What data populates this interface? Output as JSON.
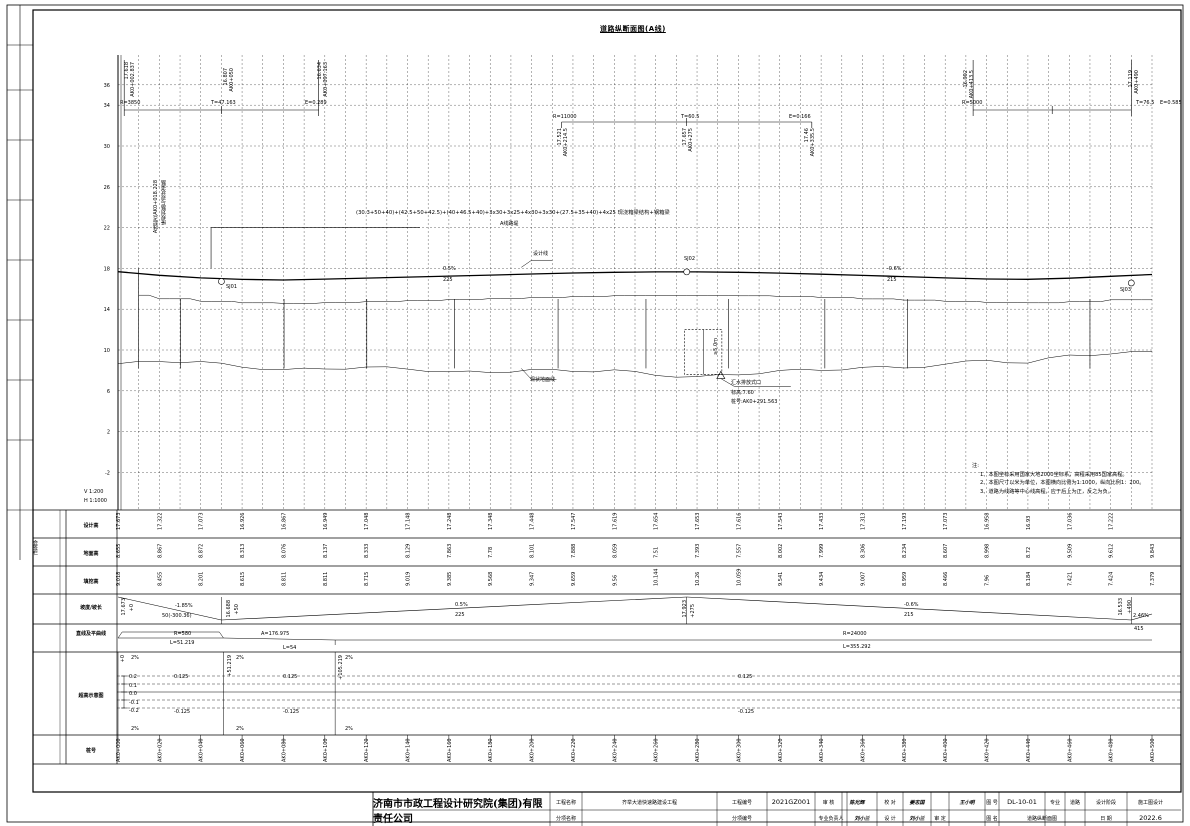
{
  "title": "道路纵断面图(A线)",
  "scale": {
    "v": "V 1:200",
    "h": "H 1:1000"
  },
  "left_margin_text": "会签栏",
  "y_axis": [
    36,
    34,
    30,
    26,
    22,
    18,
    14,
    10,
    6,
    2,
    -2
  ],
  "vcurves": [
    {
      "elev": "17.618",
      "sta": "AK0+002.837",
      "r": "R=3850",
      "t": "T=47.163",
      "e": "E=0.289",
      "mid_elev": "16.807",
      "mid_sta": "AK0+050",
      "end_elev": "16.634",
      "end_sta": "AK0+097.163"
    },
    {
      "elev": "17.521",
      "sta": "AK0+214.5",
      "r": "R=11000",
      "t": "T=60.5",
      "e": "E=0.166",
      "mid_elev": "17.657",
      "mid_sta": "AK0+275",
      "end_elev": "17.46",
      "end_sta": "AK0+335.5"
    },
    {
      "elev": "16.992",
      "sta": "AK0+413.5",
      "r": "R=5000",
      "t": "T=76.5",
      "e": "E=0.585",
      "end_elev": "17.119",
      "end_sta": "AK0+490"
    }
  ],
  "bridge_note": "(30.3+50+40)+(42.5+50+42.5)+(40+46.5+40)+3x30+3x25+4x30+3x30+(27.5+35+40)+4x25 现浇箱梁结构+钢箱梁",
  "bridge_name": "A线路堤",
  "start_note_1": "A线起点AK0+018.228",
  "start_note_2": "接规划路与现状道路",
  "labels": {
    "design_line": "设计线",
    "ground_line": "现状地面线",
    "sj1": "SJ01",
    "sj2": "SJ02",
    "sj3": "SJ03"
  },
  "slope1": {
    "grade": "0.5%",
    "len": "225"
  },
  "slope2": {
    "grade": "-0.6%",
    "len": "215"
  },
  "culvert": {
    "height": "≥5.0m",
    "name": "汇水排放式口",
    "elev": "标高:7.60",
    "sta": "桩号:AK0+291.563"
  },
  "notes": {
    "head": "注:",
    "l1": "1、本图坐标采用国家大地2000坐标系，高程采用85国家高程。",
    "l2": "2、本图尺寸以米为单位，本图横向比例为1:1000，纵向比例1：200。",
    "l3": "3、道路为线路等中心线高程，应于后上为正，反之为负。"
  },
  "rows": {
    "design": "设计高",
    "ground": "地面高",
    "fill": "填挖高",
    "grade": "坡度/坡长",
    "alignment": "直线及平曲线",
    "super": "超高示意图",
    "station": "桩号"
  },
  "design_heights": [
    "17.673",
    "17.322",
    "17.073",
    "16.926",
    "16.867",
    "16.949",
    "17.048",
    "17.148",
    "17.248",
    "17.348",
    "17.448",
    "17.547",
    "17.619",
    "17.654",
    "17.653",
    "17.616",
    "17.543",
    "17.433",
    "17.313",
    "17.193",
    "17.073",
    "16.958",
    "16.93",
    "17.036",
    "17.222"
  ],
  "ground_heights": [
    "8.655",
    "8.867",
    "8.872",
    "8.313",
    "8.076",
    "8.137",
    "8.333",
    "8.129",
    "7.863",
    "7.78",
    "8.101",
    "7.888",
    "8.059",
    "7.51",
    "7.393",
    "7.557",
    "8.002",
    "7.999",
    "8.306",
    "8.234",
    "8.607",
    "8.998",
    "8.72",
    "9.509",
    "9.612",
    "9.843"
  ],
  "fill_heights": [
    "9.018",
    "8.455",
    "8.201",
    "8.615",
    "8.811",
    "8.811",
    "8.715",
    "9.019",
    "9.385",
    "9.568",
    "9.347",
    "9.659",
    "9.56",
    "10.144",
    "10.26",
    "10.059",
    "9.541",
    "9.434",
    "9.007",
    "8.959",
    "8.466",
    "7.96",
    "8.184",
    "7.421",
    "7.424",
    "7.379"
  ],
  "stations": [
    "AK0+000",
    "AK0+020",
    "AK0+040",
    "AK0+060",
    "AK0+080",
    "AK0+100",
    "AK0+120",
    "AK0+140",
    "AK0+160",
    "AK0+180",
    "AK0+200",
    "AK0+220",
    "AK0+240",
    "AK0+260",
    "AK0+280",
    "AK0+300",
    "AK0+320",
    "AK0+340",
    "AK0+360",
    "AK0+380",
    "AK0+400",
    "AK0+420",
    "AK0+440",
    "AK0+460",
    "AK0+480",
    "AK0+500"
  ],
  "grade_row": {
    "start_elev": "17.673",
    "start_sta": "+0",
    "g1": "-1.85%",
    "l1": "50(-300.36)",
    "p2_elev": "16.688",
    "p2_sta": "+50",
    "g2": "0.5%",
    "l2": "225",
    "p3_elev": "17.923",
    "p3_sta": "+275",
    "g3": "-0.6%",
    "l3": "215",
    "p4_elev": "16.533",
    "p4_sta": "+490",
    "g4": "2.46%",
    "l4": "415"
  },
  "alignment_row": {
    "r1": "R=580",
    "l1": "L=51.219",
    "a": "A=176.975",
    "la": "L=54",
    "r2": "R=24000",
    "l2": "L=355.292"
  },
  "super_row": {
    "v02": "0.2",
    "v01": "0.1",
    "v00": "0.0",
    "vn01": "-0.1",
    "vn02": "-0.2",
    "p1": "0.125",
    "n1": "-0.125",
    "p2": "0.125",
    "n2": "-0.125",
    "p3": "0.125",
    "n3": "-0.125",
    "s1": "+0",
    "s2": "+51.219",
    "s3": "+105.219",
    "pct": "2%"
  },
  "title_block": {
    "company": "济南市市政工程设计研究院(集团)有限责任公司",
    "proj_name_lab": "工程名称",
    "proj_name": "齐举大道快速路建设工程",
    "sub_name_lab": "分项名称",
    "proj_no_lab": "工程编号",
    "proj_no": "2021GZ001",
    "sub_no_lab": "分项编号",
    "review_lab": "审 核",
    "review": "陈光辉",
    "check_lab": "校 对",
    "check": "姜志国",
    "chief_lab": "专业负责人",
    "chief": "刘小兰",
    "design_lab": "设 计",
    "design": "刘小兰",
    "approve_lab": "审 定",
    "approve": "王小明",
    "draw_lab": "图 名",
    "draw": "道路纵断面图",
    "dwg_no_lab": "图 号",
    "dwg_no": "DL-10-01",
    "major_lab": "专业",
    "major": "道路",
    "stage_lab": "设计阶段",
    "stage": "施工图设计",
    "date_lab": "日 期",
    "date": "2022.6"
  }
}
